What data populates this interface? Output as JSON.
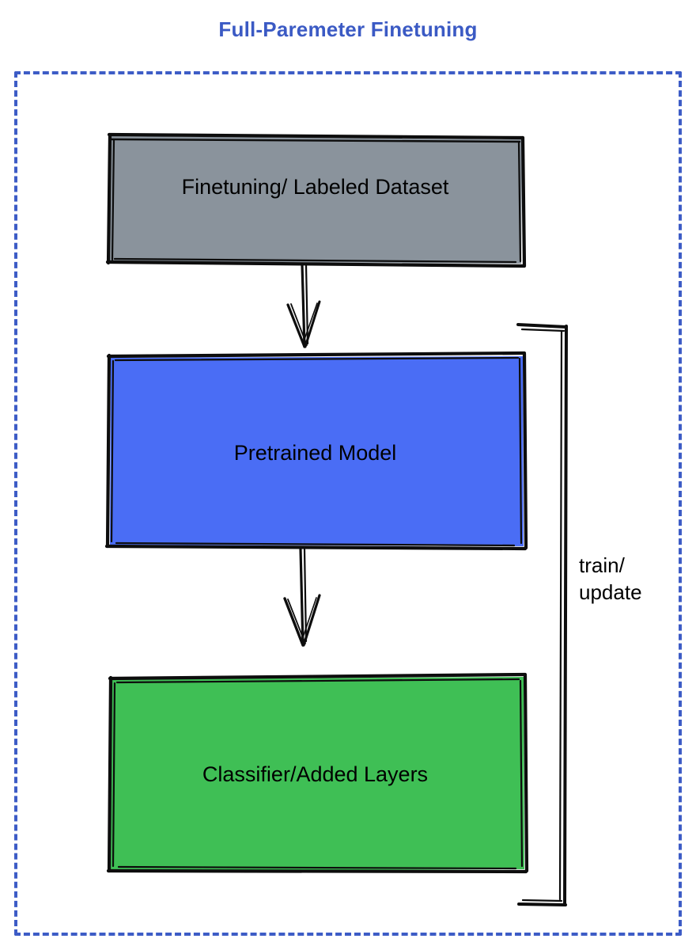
{
  "title": "Full-Paremeter Finetuning",
  "colors": {
    "title_text": "#3b5ac4",
    "frame_border": "#3d5cc6",
    "dataset_fill": "#8a939c",
    "pretrained_fill": "#4a6df5",
    "classifier_fill": "#3fbf55",
    "stroke": "#0d0d0d",
    "label_text": "#000000",
    "background": "#ffffff"
  },
  "diagram": {
    "type": "flowchart",
    "orientation": "top-to-bottom",
    "frame": {
      "style": "dashed",
      "label": ""
    },
    "nodes": [
      {
        "id": "dataset",
        "label": "Finetuning/ Labeled Dataset",
        "fill": "#8a939c",
        "shape": "rectangle"
      },
      {
        "id": "pretrained",
        "label": "Pretrained Model",
        "fill": "#4a6df5",
        "shape": "rectangle"
      },
      {
        "id": "classifier",
        "label": "Classifier/Added Layers",
        "fill": "#3fbf55",
        "shape": "rectangle"
      }
    ],
    "edges": [
      {
        "id": "edge-dataset-pretrained",
        "from": "dataset",
        "to": "pretrained",
        "label": "",
        "style": "solid-arrow"
      },
      {
        "id": "edge-pretrained-classifier",
        "from": "pretrained",
        "to": "classifier",
        "label": "",
        "style": "solid-arrow"
      },
      {
        "id": "edge-feedback-loop",
        "from": "classifier",
        "to": "pretrained",
        "label": "train/\nupdate",
        "style": "bracket"
      }
    ]
  },
  "loop": {
    "label": "train/\nupdate"
  }
}
